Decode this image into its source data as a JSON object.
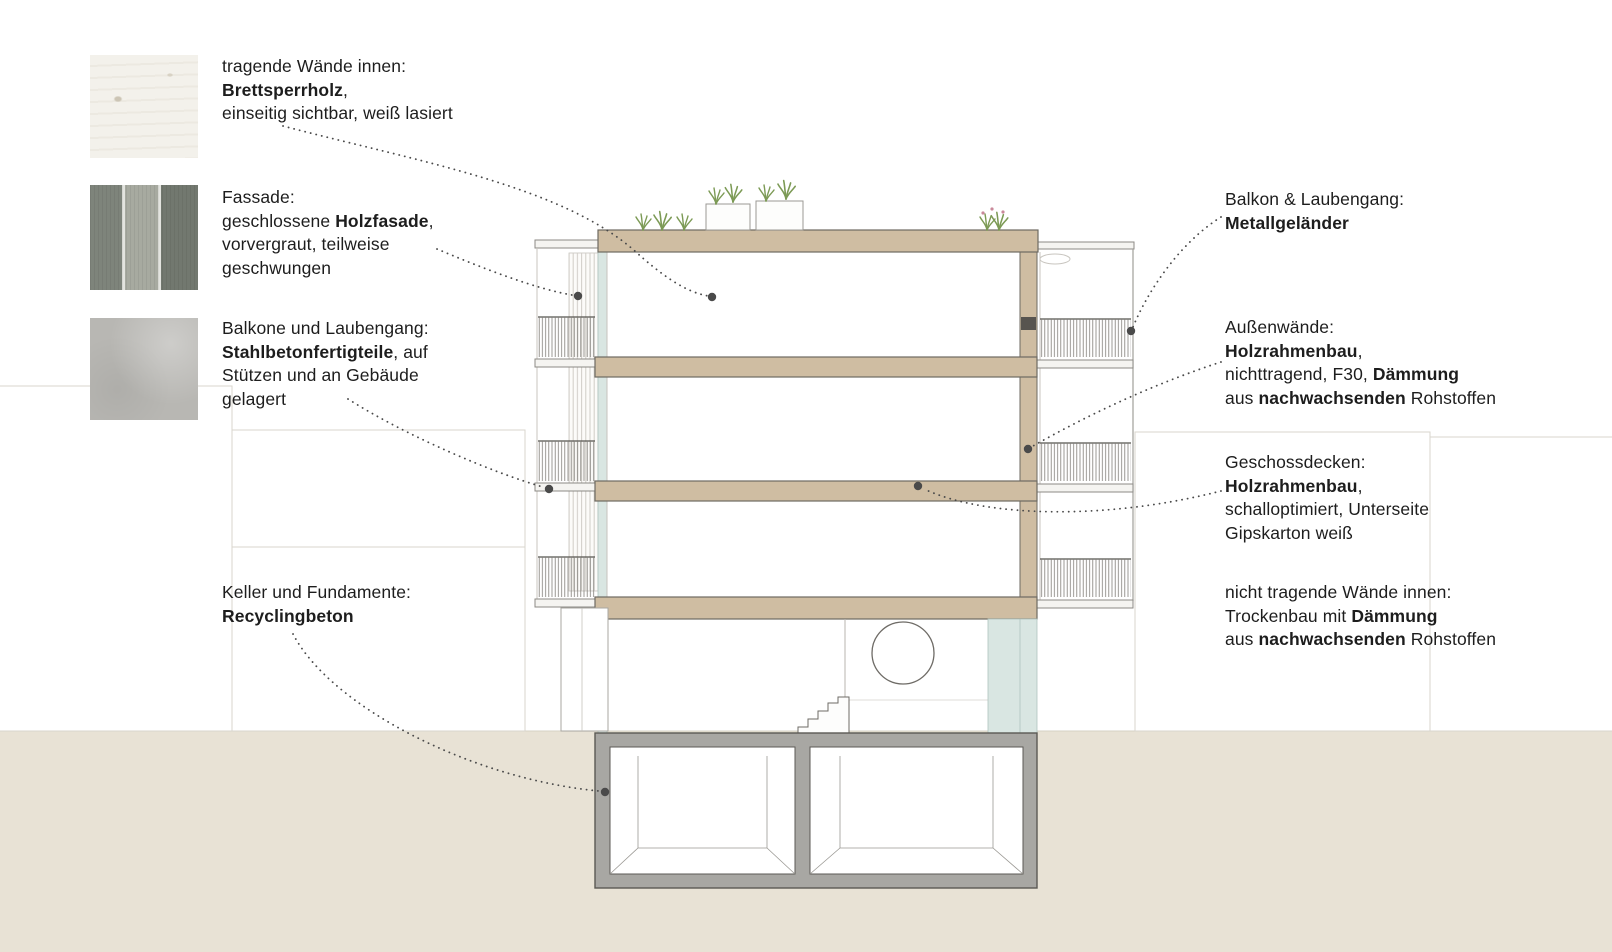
{
  "annotations": {
    "left": [
      {
        "id": "load-bearing-inner-walls",
        "lines": [
          [
            {
              "t": "tragende Wände innen:"
            }
          ],
          [
            {
              "t": "Brettsperrholz",
              "b": true
            },
            {
              "t": ","
            }
          ],
          [
            {
              "t": "einseitig sichtbar, weiß lasiert"
            }
          ]
        ]
      },
      {
        "id": "facade",
        "lines": [
          [
            {
              "t": "Fassade:"
            }
          ],
          [
            {
              "t": "geschlossene "
            },
            {
              "t": "Holzfasade",
              "b": true
            },
            {
              "t": ","
            }
          ],
          [
            {
              "t": "vorvergraut, teilweise"
            }
          ],
          [
            {
              "t": "geschwungen"
            }
          ]
        ]
      },
      {
        "id": "balconies-precast",
        "lines": [
          [
            {
              "t": "Balkone und Laubengang:"
            }
          ],
          [
            {
              "t": "Stahlbetonfertigteile",
              "b": true
            },
            {
              "t": ", auf"
            }
          ],
          [
            {
              "t": "Stützen und an Gebäude"
            }
          ],
          [
            {
              "t": "gelagert"
            }
          ]
        ]
      },
      {
        "id": "basement-foundations",
        "lines": [
          [
            {
              "t": "Keller und Fundamente:"
            }
          ],
          [
            {
              "t": "Recyclingbeton",
              "b": true
            }
          ]
        ]
      }
    ],
    "right": [
      {
        "id": "metal-railings",
        "lines": [
          [
            {
              "t": "Balkon & Laubengang:"
            }
          ],
          [
            {
              "t": "Metallgeländer",
              "b": true
            }
          ]
        ]
      },
      {
        "id": "outer-walls",
        "lines": [
          [
            {
              "t": "Außenwände:"
            }
          ],
          [
            {
              "t": "Holzrahmenbau",
              "b": true
            },
            {
              "t": ","
            }
          ],
          [
            {
              "t": "nichttragend, F30, "
            },
            {
              "t": "Dämmung",
              "b": true
            }
          ],
          [
            {
              "t": "aus "
            },
            {
              "t": "nachwachsenden",
              "b": true
            },
            {
              "t": " Rohstoffen"
            }
          ]
        ]
      },
      {
        "id": "floor-slabs",
        "lines": [
          [
            {
              "t": "Geschossdecken:"
            }
          ],
          [
            {
              "t": "Holzrahmenbau",
              "b": true
            },
            {
              "t": ","
            }
          ],
          [
            {
              "t": "schalloptimiert, Unterseite"
            }
          ],
          [
            {
              "t": "Gipskarton weiß"
            }
          ]
        ]
      },
      {
        "id": "non-bearing-inner-walls",
        "lines": [
          [
            {
              "t": "nicht tragende Wände innen:"
            }
          ],
          [
            {
              "t": "Trockenbau mit "
            },
            {
              "t": "Dämmung",
              "b": true
            }
          ],
          [
            {
              "t": "aus "
            },
            {
              "t": "nachwachsenden",
              "b": true
            },
            {
              "t": " Rohstoffen"
            }
          ]
        ]
      }
    ]
  },
  "swatches": [
    {
      "name": "wood-texture"
    },
    {
      "name": "weathered-wood-plank-texture"
    },
    {
      "name": "concrete-texture"
    }
  ],
  "colors": {
    "slab_timber": "#CFBDA2",
    "ground": "#E8E2D5",
    "basement_concrete": "#A8A7A3",
    "glazing": "#D9E6E2",
    "leader": "#4A4A4A",
    "plant_green": "#7C9A55"
  }
}
